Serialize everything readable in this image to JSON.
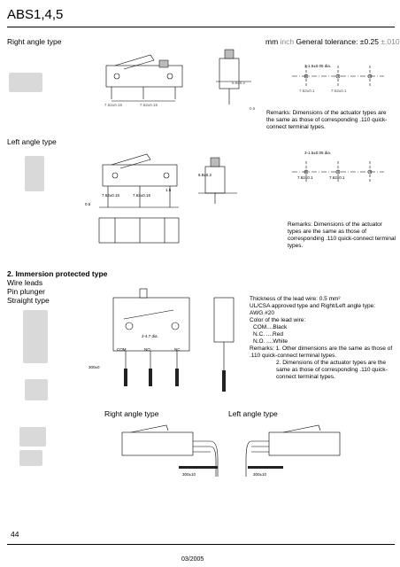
{
  "header": {
    "title": "ABS1,4,5"
  },
  "section_right": {
    "label": "Right angle type",
    "units_prefix": "mm",
    "units_inch": "inch",
    "tolerance_label": "General tolerance: ±0.25",
    "tolerance_inch": "±.010",
    "dim_hole": "3-1.5±0.05 dia.",
    "dim_pitch_a": "7.62±0.1",
    "dim_pitch_b": "7.62±0.1",
    "dim_lead_a": "7.62±0.15",
    "dim_lead_b": "7.62±0.15",
    "dim_side": "6.8±0.2",
    "dim_t": "0.5",
    "remarks": "Remarks: Dimensions of the actuator types are the same as those of corresponding .110 quick-connect terminal types."
  },
  "section_left": {
    "label": "Left angle type",
    "dim_hole": "3-1.5±0.05 dia.",
    "dim_pitch_a": "7.62±0.1",
    "dim_pitch_b": "7.62±0.1",
    "dim_side": "6.8±0.2",
    "dim_a": "7.62±0.15",
    "dim_b": "7.62±0.15",
    "dim_h1": "0.5",
    "dim_h2": "1.5",
    "remarks": "Remarks: Dimensions of the actuator types are the same as those of corresponding .110 quick-connect terminal types."
  },
  "section_immersion": {
    "title": "2. Immersion protected type",
    "line1": "Wire leads",
    "line2": "Pin plunger",
    "line3": "Straight type",
    "dim_hole": "2-4.7 dia.",
    "lbl_com": "COM",
    "lbl_no": "NO",
    "lbl_nc": "NC",
    "dim_wire": "300±0",
    "spec_lines": [
      "Thickness of the lead wire: 0.5 mm²",
      "UL/CSA approved type and Right/Left angle type:",
      "AWG #20",
      "Color of the lead wire:",
      "COM....Black",
      "N.C. ....Red",
      "N.O. ....White"
    ],
    "remark1": "Remarks: 1. Other dimensions are the same as those of .110 quick-connect terminal types.",
    "remark2": "2. Dimensions of the actuator types are the same as those of corresponding .110 quick-connect terminal types.",
    "right_angle_label": "Right angle type",
    "left_angle_label": "Left angle type",
    "dim_r1": "300±10",
    "dim_l1": "300±10"
  },
  "footer": {
    "page_number": "44",
    "date": "03/2005"
  }
}
